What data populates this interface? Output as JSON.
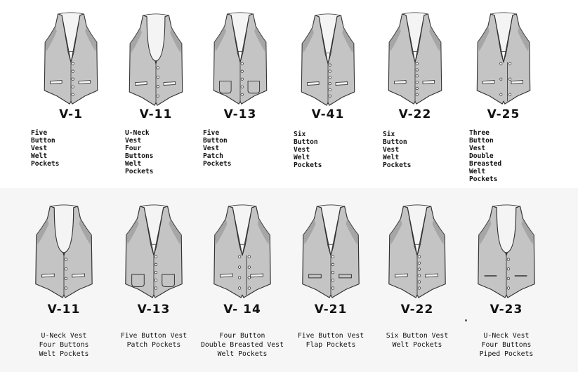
{
  "catalog": {
    "row1": [
      {
        "code": "V-1",
        "lines": [
          "Five Button Vest",
          "Welt Pockets"
        ],
        "neck": "v",
        "buttons": 5,
        "pockets": "welt",
        "double": false
      },
      {
        "code": "V-11",
        "lines": [
          "U-Neck Vest",
          "Four Buttons",
          "Welt Pockets"
        ],
        "neck": "u",
        "buttons": 4,
        "pockets": "welt",
        "double": false
      },
      {
        "code": "V-13",
        "lines": [
          "Five Button Vest",
          "Patch Pockets"
        ],
        "neck": "v",
        "buttons": 5,
        "pockets": "patch",
        "double": false
      },
      {
        "code": "V-41",
        "lines": [
          "Six Button Vest",
          "Welt Pockets"
        ],
        "neck": "v",
        "buttons": 6,
        "pockets": "welt",
        "double": false
      },
      {
        "code": "V-22",
        "lines": [
          "Six Button Vest",
          "Welt Pockets"
        ],
        "neck": "v",
        "buttons": 6,
        "pockets": "welt",
        "double": false
      },
      {
        "code": "V-25",
        "lines": [
          "Three Button Vest",
          "Double Breasted",
          "Welt Pockets"
        ],
        "neck": "v",
        "buttons": 3,
        "pockets": "welt",
        "double": true
      }
    ],
    "row2": [
      {
        "code": "V-11",
        "lines": [
          "U-Neck Vest",
          "Four Buttons",
          "Welt Pockets"
        ],
        "neck": "u",
        "buttons": 4,
        "pockets": "welt",
        "double": false
      },
      {
        "code": "V-13",
        "lines": [
          "Five Button Vest",
          "Patch Pockets"
        ],
        "neck": "v",
        "buttons": 5,
        "pockets": "patch",
        "double": false
      },
      {
        "code": "V- 14",
        "lines": [
          "Four Button",
          "Double Breasted Vest",
          "Welt Pockets"
        ],
        "neck": "v",
        "buttons": 4,
        "pockets": "welt",
        "double": true
      },
      {
        "code": "V-21",
        "lines": [
          "Five Button Vest",
          "Flap Pockets"
        ],
        "neck": "v",
        "buttons": 5,
        "pockets": "flap",
        "double": false
      },
      {
        "code": "V-22",
        "lines": [
          "Six Button Vest",
          "Welt Pockets"
        ],
        "neck": "v",
        "buttons": 6,
        "pockets": "welt",
        "double": false
      },
      {
        "code": "V-23",
        "lines": [
          "U-Neck Vest",
          "Four Buttons",
          "Piped Pockets"
        ],
        "neck": "u",
        "buttons": 4,
        "pockets": "piped",
        "double": false
      }
    ]
  },
  "colors": {
    "fabric": "#c4c4c4",
    "shadow": "#8e8e8e",
    "outline": "#333333",
    "lining": "#f4f4f4",
    "ink": "#111111"
  }
}
